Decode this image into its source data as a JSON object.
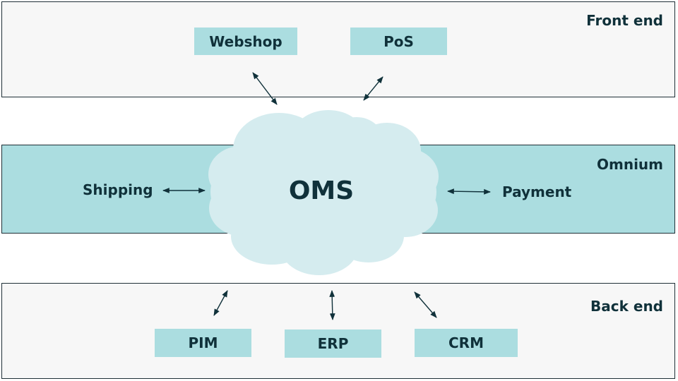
{
  "layers": {
    "front_end": {
      "label": "Front end",
      "nodes": [
        "Webshop",
        "PoS"
      ]
    },
    "omnium": {
      "label": "Omnium",
      "left": "Shipping",
      "right": "Payment"
    },
    "back_end": {
      "label": "Back end",
      "nodes": [
        "PIM",
        "ERP",
        "CRM"
      ]
    }
  },
  "center": {
    "label": "OMS"
  },
  "colors": {
    "band_fill": "#abdde0",
    "node_fill": "#abdde0",
    "cloud_fill": "#d5ecef",
    "panel_fill": "#f7f7f7",
    "text": "#10313a"
  },
  "connections": [
    {
      "from": "OMS",
      "to": "Webshop",
      "arrows": "both"
    },
    {
      "from": "OMS",
      "to": "PoS",
      "arrows": "both"
    },
    {
      "from": "OMS",
      "to": "Shipping",
      "arrows": "both"
    },
    {
      "from": "OMS",
      "to": "Payment",
      "arrows": "both"
    },
    {
      "from": "OMS",
      "to": "PIM",
      "arrows": "both"
    },
    {
      "from": "OMS",
      "to": "ERP",
      "arrows": "both"
    },
    {
      "from": "OMS",
      "to": "CRM",
      "arrows": "both"
    }
  ]
}
